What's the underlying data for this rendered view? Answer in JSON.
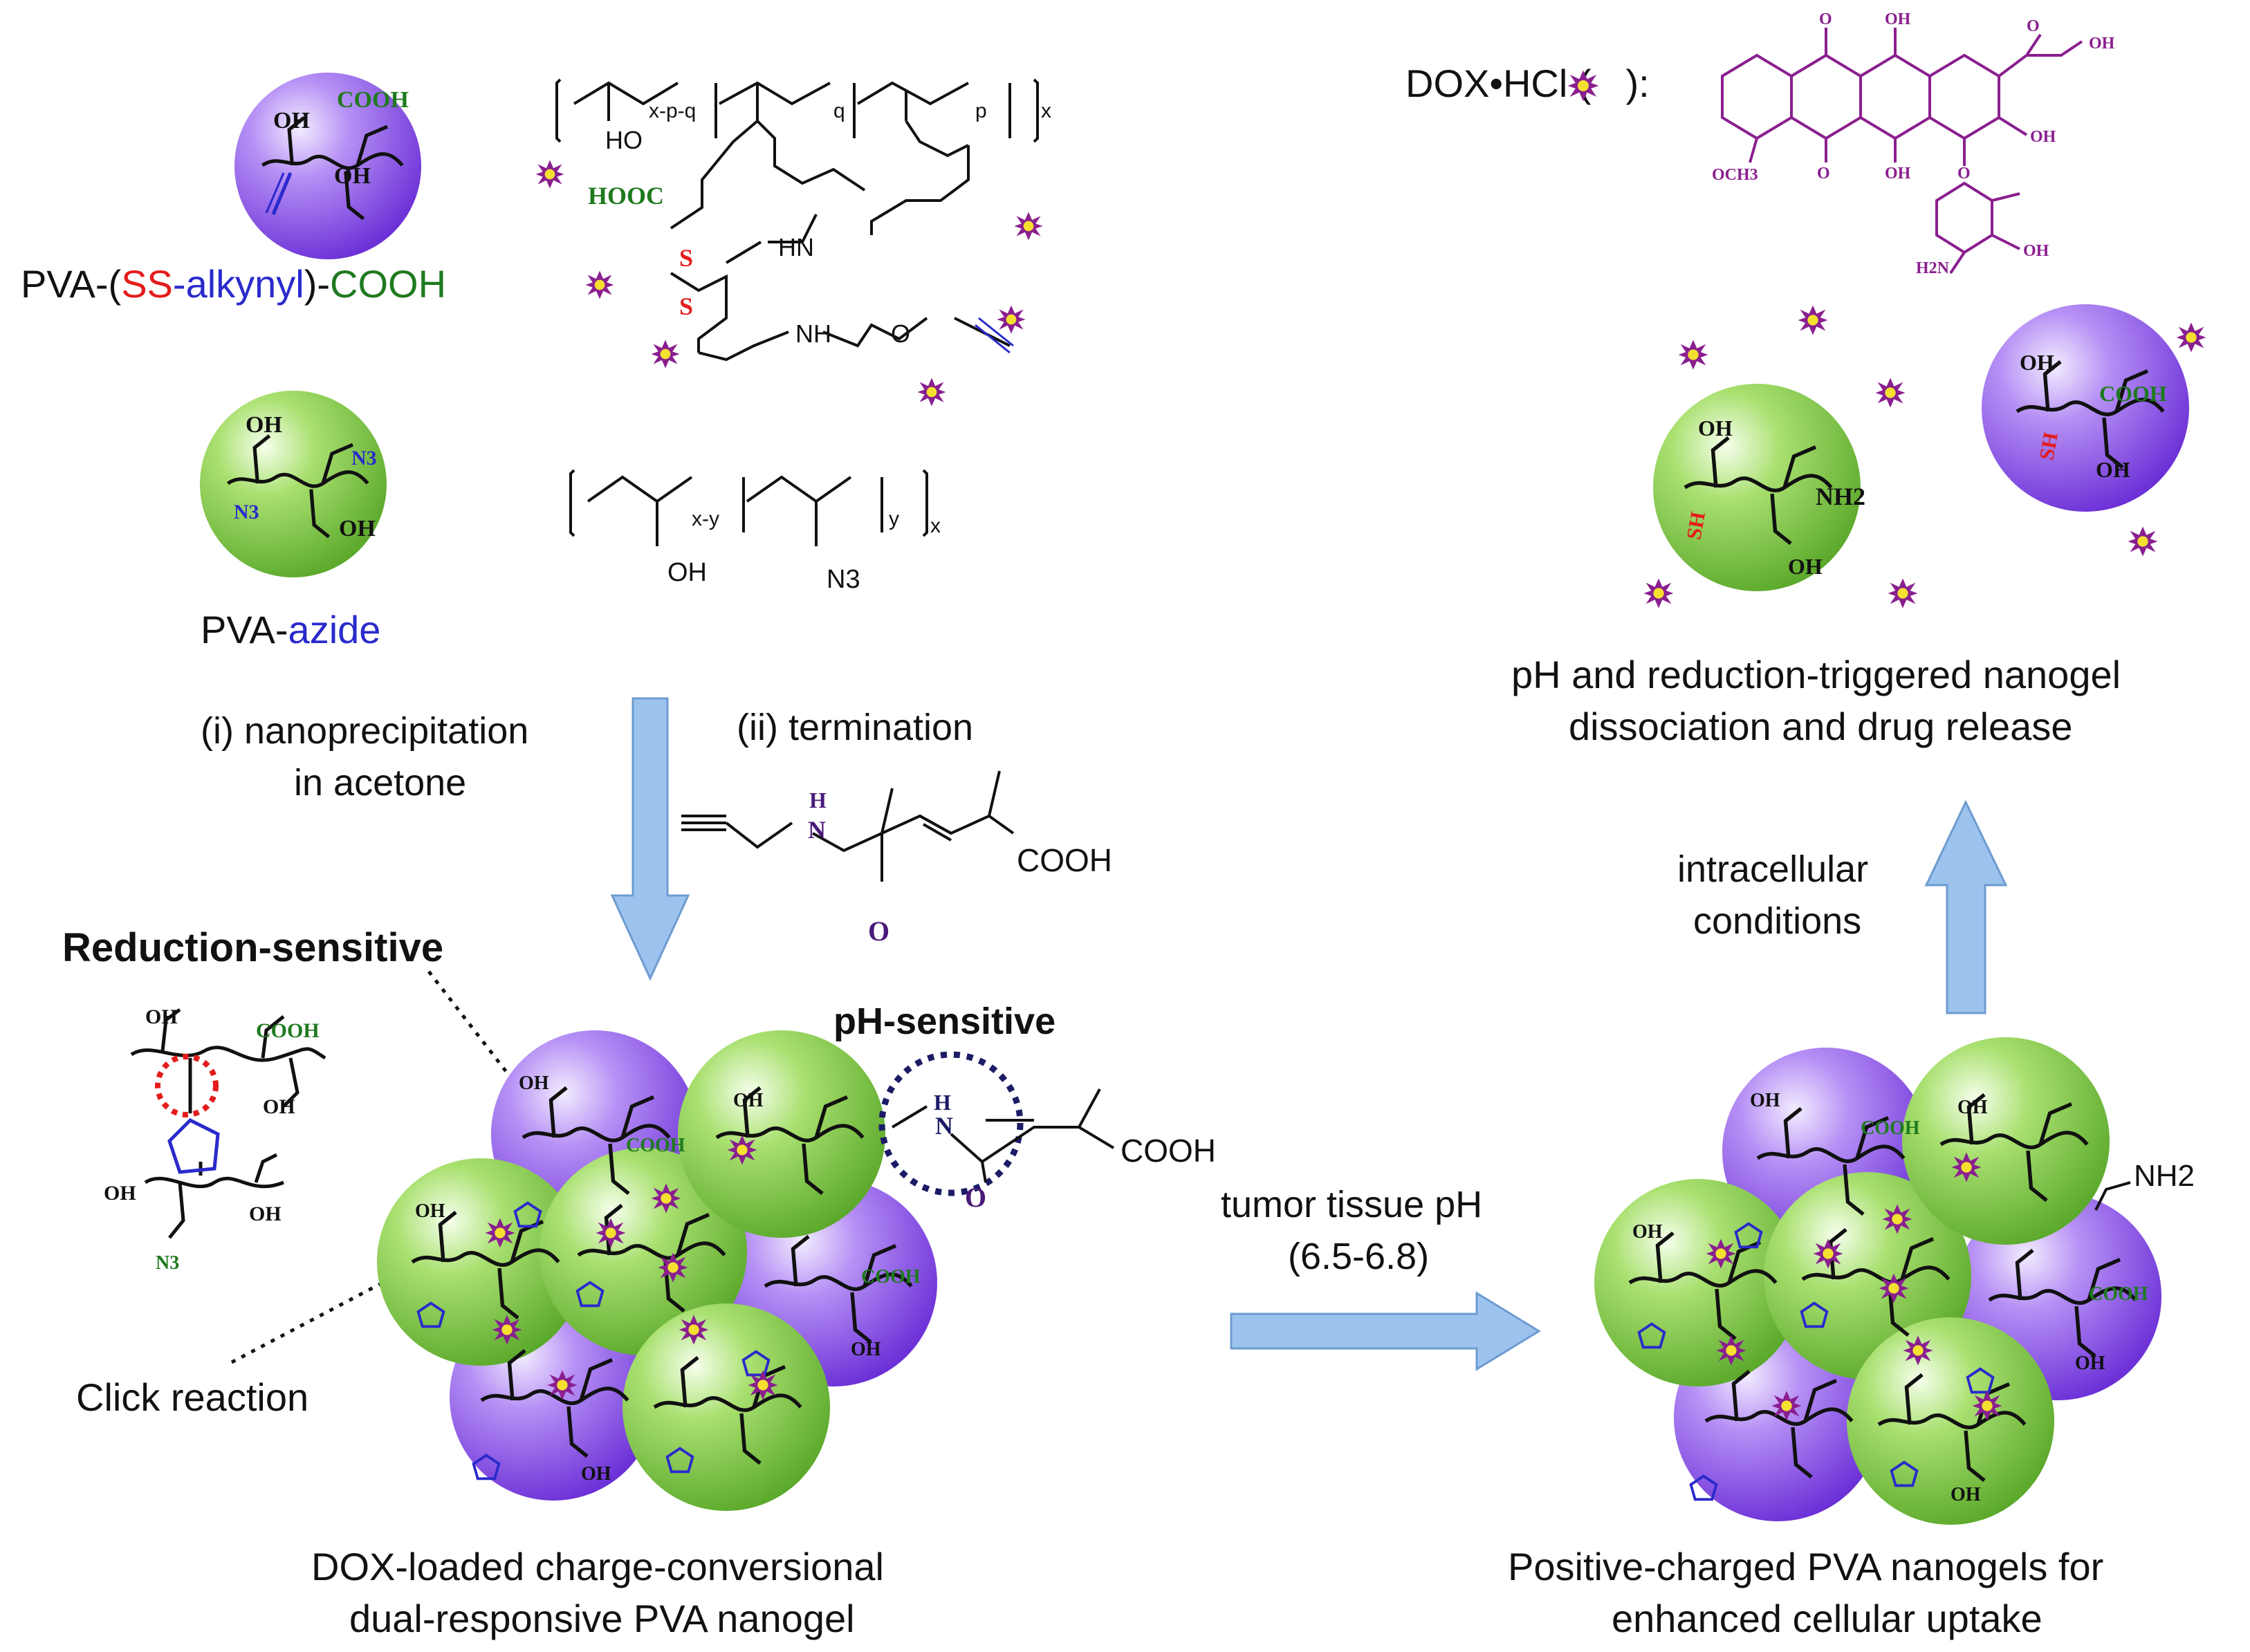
{
  "colors": {
    "purple": "#8a52e8",
    "green": "#86d24a",
    "arrow": "#9cc3ee",
    "dox": "#8a1f8f",
    "star": "#f5e030",
    "red": "#e51b1b",
    "blue": "#2a2acc",
    "darkgreen": "#1f7a1f",
    "navy": "#1b1b66"
  },
  "legend": {
    "polymer1_prefix": "PVA-(",
    "polymer1_ss": "SS",
    "polymer1_dash": "-",
    "polymer1_alkynyl": "alkynyl",
    "polymer1_close": ")-",
    "polymer1_cooh": "COOH",
    "polymer2_prefix": "PVA-",
    "polymer2_azide": "azide"
  },
  "bead_labels": {
    "oh": "OH",
    "cooh": "COOH",
    "n3": "N3",
    "sh": "SH",
    "nh2": "NH2"
  },
  "structures": {
    "p1_x_p_q": "x-p-q",
    "p1_q": "q",
    "p1_p": "p",
    "p1_x": "x",
    "p1_ho": "HO",
    "p1_hooc": "HOOC",
    "p1_hn": "HN",
    "p1_nh": "NH",
    "p1_s1": "S",
    "p1_s2": "S",
    "p1_o": "O",
    "p2_x_y": "x-y",
    "p2_y": "y",
    "p2_x": "x",
    "p2_oh": "OH",
    "p2_n3": "N3",
    "term_h": "H",
    "term_n": "N",
    "term_o": "O",
    "term_cooh": "COOH"
  },
  "steps": {
    "step1_line1": "(i) nanoprecipitation",
    "step1_line2": "in acetone",
    "step2": "(ii) termination",
    "tumor_line1": "tumor tissue pH",
    "tumor_line2": "(6.5-6.8)",
    "intracellular_line1": "intracellular",
    "intracellular_line2": "conditions"
  },
  "annotations": {
    "reduction_sensitive": "Reduction-sensitive",
    "ph_sensitive": "pH-sensitive",
    "click_reaction": "Click reaction",
    "ph_cooh": "COOH",
    "ph_nh": "N",
    "ph_h": "H",
    "ph_o": "O"
  },
  "dox": {
    "label": "DOX•HCl (",
    "label_end": "):",
    "oh": "OH",
    "och3": "OCH3",
    "o": "O",
    "nh2": "H2N"
  },
  "captions": {
    "nanogel_line1": "DOX-loaded charge-conversional",
    "nanogel_line2": "dual-responsive PVA nanogel",
    "positive_line1": "Positive-charged PVA nanogels for",
    "positive_line2": "enhanced cellular uptake",
    "release_line1": "pH and reduction-triggered nanogel",
    "release_line2": "dissociation and drug release"
  },
  "nh2_label": "NH2"
}
